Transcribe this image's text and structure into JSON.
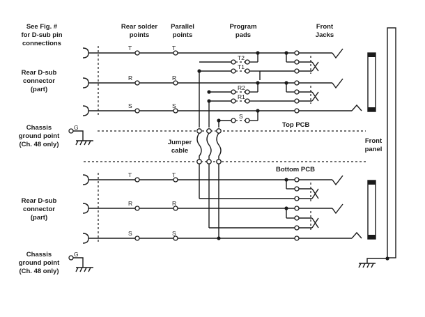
{
  "headers": {
    "fig_line1": "See Fig. #",
    "fig_line2": "for D-sub pin",
    "fig_line3": "connections",
    "rear_solder_line1": "Rear solder",
    "rear_solder_line2": "points",
    "parallel_line1": "Parallel",
    "parallel_line2": "points",
    "program_line1": "Program",
    "program_line2": "pads",
    "front_jacks_line1": "Front",
    "front_jacks_line2": "Jacks"
  },
  "left_labels": {
    "rear_dsub_line1": "Rear D-sub",
    "rear_dsub_line2": "connector",
    "rear_dsub_line3": "(part)",
    "chassis_line1": "Chassis",
    "chassis_line2": "ground point",
    "chassis_line3": "(Ch. 48 only)"
  },
  "signals": {
    "tip": "T",
    "ring": "R",
    "sleeve": "S",
    "ground": "G"
  },
  "pads": {
    "t2": "T2",
    "t1": "T1",
    "r2": "R2",
    "r1": "R1",
    "s": "S"
  },
  "boards": {
    "top_pcb": "Top PCB",
    "bottom_pcb": "Bottom PCB"
  },
  "jumper_line1": "Jumper",
  "jumper_line2": "cable",
  "front_panel_line1": "Front",
  "front_panel_line2": "panel"
}
